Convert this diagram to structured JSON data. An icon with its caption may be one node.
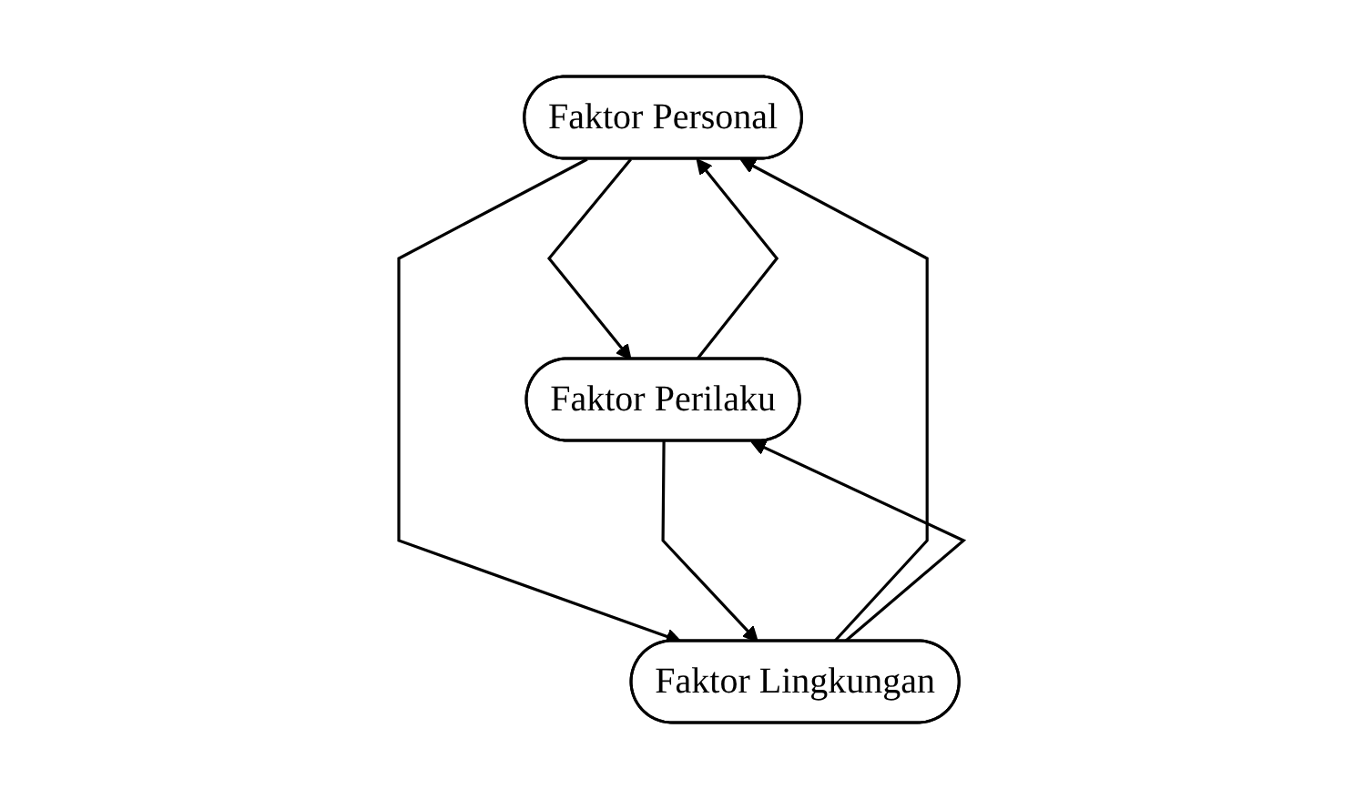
{
  "diagram": {
    "nodes": [
      {
        "text": [
          "Faktor Personal"
        ]
      },
      {
        "text": [
          "Faktor Perilaku"
        ]
      },
      {
        "text": [
          "Faktor Lingkungan"
        ]
      }
    ],
    "edges": [
      {
        "from": 0,
        "to": 1,
        "arrow": "to"
      },
      {
        "from": 1,
        "to": 0,
        "arrow": "to"
      },
      {
        "from": 0,
        "to": 2,
        "arrow": "to"
      },
      {
        "from": 2,
        "to": 0,
        "arrow": "to"
      },
      {
        "from": 2,
        "to": 1,
        "arrow": "to"
      },
      {
        "from": 1,
        "to": 2,
        "arrow": "to"
      }
    ]
  }
}
